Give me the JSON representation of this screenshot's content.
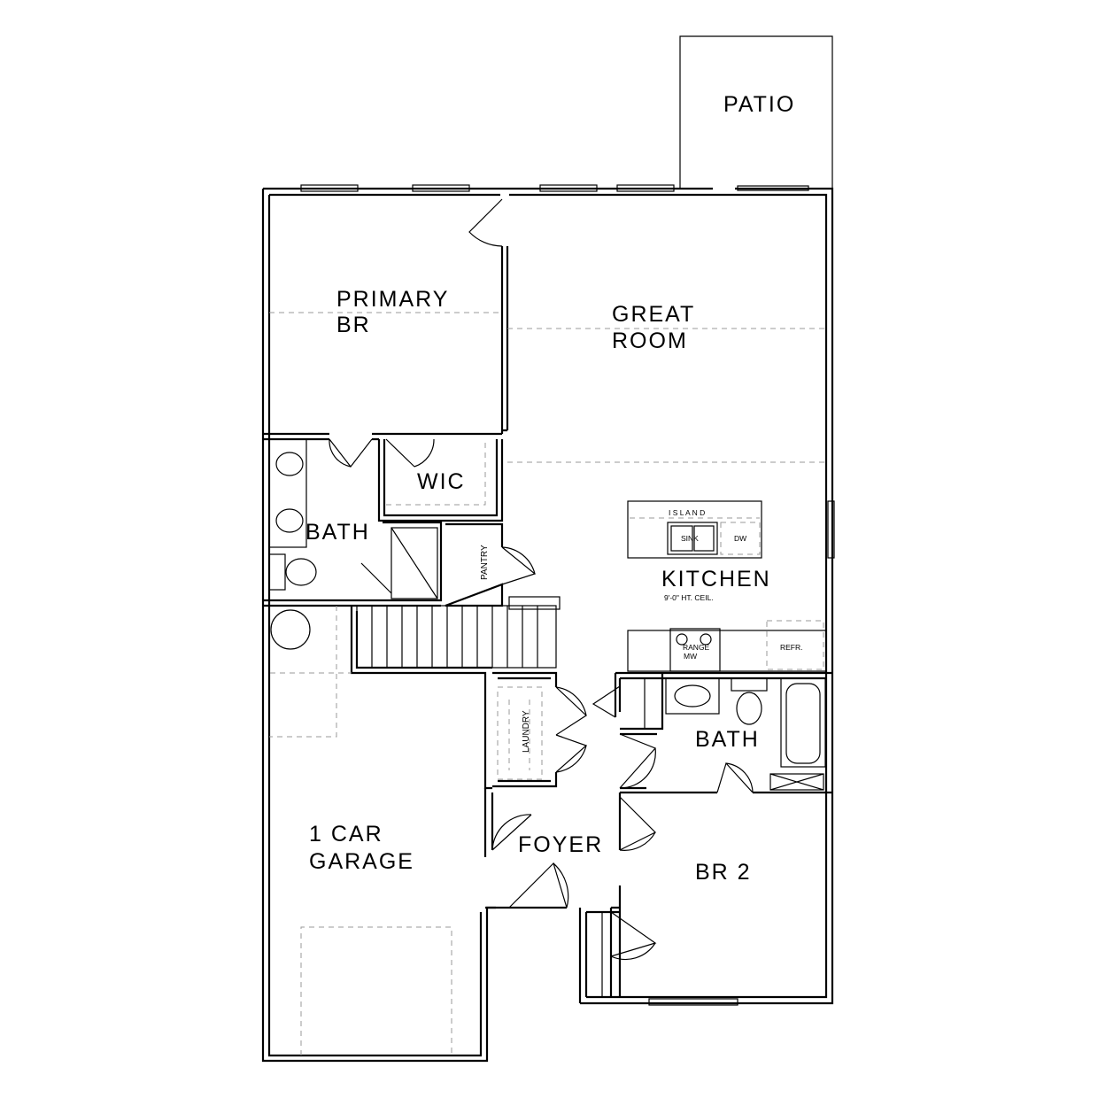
{
  "rooms": {
    "patio": "PATIO",
    "primary_br_line1": "PRIMARY",
    "primary_br_line2": "BR",
    "great_room_line1": "GREAT",
    "great_room_line2": "ROOM",
    "wic": "WIC",
    "primary_bath": "BATH",
    "pantry": "PANTRY",
    "kitchen": "KITCHEN",
    "kitchen_ceiling": "9'-0\" HT. CEIL.",
    "laundry": "LAUNDRY",
    "hall_bath": "BATH",
    "garage_line1": "1 CAR",
    "garage_line2": "GARAGE",
    "foyer": "FOYER",
    "br2": "BR 2"
  },
  "fixtures": {
    "island": "I S L A N D",
    "sink": "SINK",
    "dw": "DW",
    "range_line1": "RANGE",
    "range_line2": "MW",
    "refr": "REFR."
  }
}
